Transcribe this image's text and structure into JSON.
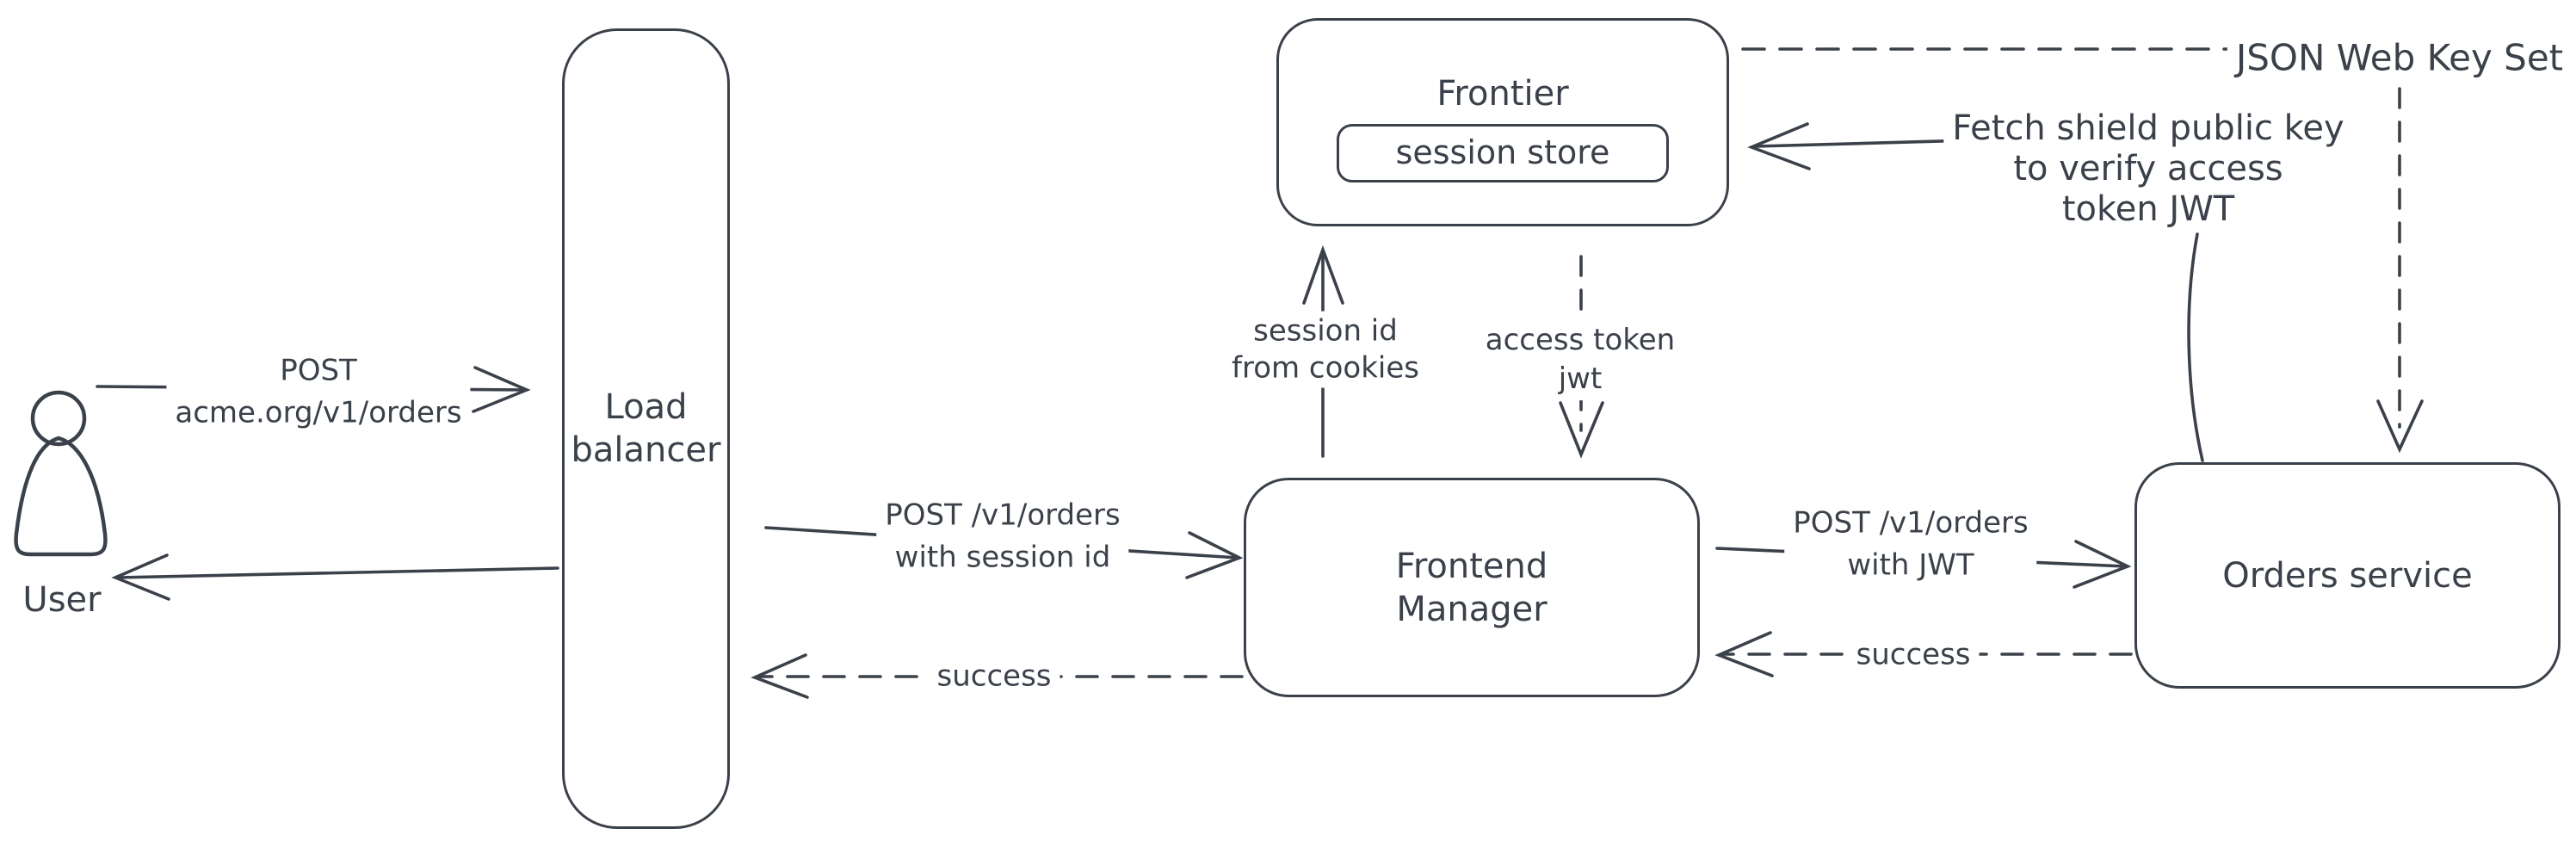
{
  "theme": {
    "stroke_color": "#3b414a",
    "hatch_color": "#c9d3dd",
    "background_color": "#ffffff"
  },
  "nodes": {
    "user": {
      "label": "User"
    },
    "load_balancer": {
      "label": "Load\nbalancer"
    },
    "frontier": {
      "label": "Frontier"
    },
    "session_store": {
      "label": "session store"
    },
    "frontend_manager": {
      "label": "Frontend\nManager"
    },
    "orders_service": {
      "label": "Orders service"
    }
  },
  "edges": {
    "user_to_load_balancer": {
      "label": "POST\nacme.org/v1/orders",
      "style": "solid"
    },
    "load_balancer_to_user": {
      "label": "",
      "style": "solid"
    },
    "load_balancer_to_frontend_manager": {
      "label": "POST /v1/orders\nwith session id",
      "style": "solid"
    },
    "frontend_manager_to_load_balancer": {
      "label": "success",
      "style": "dashed"
    },
    "frontend_manager_to_frontier": {
      "label": "session id\nfrom cookies",
      "style": "solid"
    },
    "frontier_to_frontend_manager": {
      "label": "access token\njwt",
      "style": "dashed"
    },
    "frontend_manager_to_orders_service": {
      "label": "POST /v1/orders\nwith JWT",
      "style": "solid"
    },
    "orders_service_to_frontend_manager": {
      "label": "success",
      "style": "dashed"
    },
    "orders_service_to_frontier": {
      "label": "Fetch shield public key\nto verify access\ntoken JWT",
      "style": "solid"
    },
    "json_web_key_set": {
      "label": "JSON Web Key Set",
      "style": "dashed"
    }
  }
}
